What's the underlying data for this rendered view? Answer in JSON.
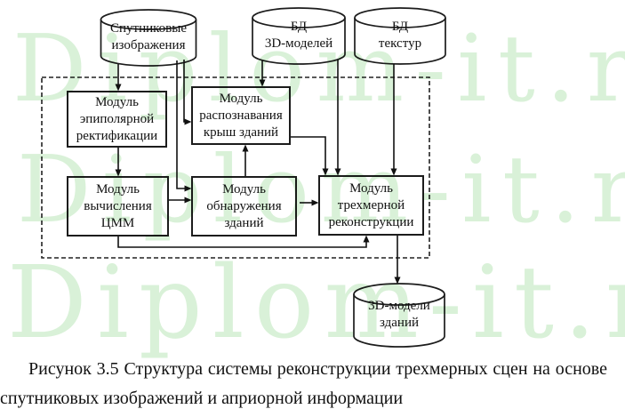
{
  "watermark": {
    "text": "Diplom-it.ru",
    "color": "#d9f1d8"
  },
  "diagram": {
    "sources": [
      {
        "id": "satellite-images",
        "lines": [
          "Спутниковые",
          "изображения"
        ]
      },
      {
        "id": "db-3d-models",
        "lines": [
          "БД",
          "3D-моделей"
        ]
      },
      {
        "id": "db-textures",
        "lines": [
          "БД",
          "текстур"
        ]
      }
    ],
    "modules": [
      {
        "id": "epipolar-rectification",
        "lines": [
          "Модуль",
          "эпиполярной",
          "ректификации"
        ]
      },
      {
        "id": "roof-recognition",
        "lines": [
          "Модуль",
          "распознавания",
          "крыш зданий"
        ]
      },
      {
        "id": "dem-computation",
        "lines": [
          "Модуль",
          "вычисления",
          "ЦММ"
        ]
      },
      {
        "id": "building-detection",
        "lines": [
          "Модуль",
          "обнаружения",
          "зданий"
        ]
      },
      {
        "id": "3d-reconstruction",
        "lines": [
          "Модуль",
          "трехмерной",
          "реконструкции"
        ]
      }
    ],
    "output": {
      "id": "3d-building-models",
      "lines": [
        "3D-модели",
        "зданий"
      ]
    }
  },
  "caption": {
    "line1": "Рисунок 3.5 Структура системы реконструкции трехмерных сцен на основе",
    "line2": "спутниковых изображений и априорной информации"
  }
}
